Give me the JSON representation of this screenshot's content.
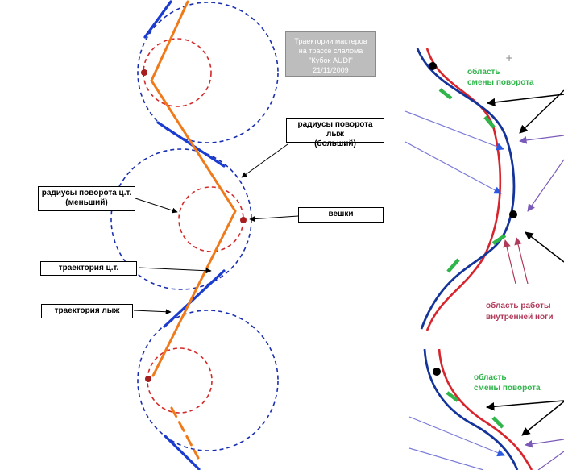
{
  "title_box": {
    "line1": "Траектории мастеров",
    "line2": "на трассе слалома",
    "line3": "\"Кубок AUDI\"",
    "line4": "21/11/2009"
  },
  "labels": {
    "ski_radius": {
      "line1": "радиусы поворота лыж",
      "line2": "(больший)"
    },
    "cm_radius": {
      "line1": "радиусы поворота ц.т.",
      "line2": "(меньший)"
    },
    "gates": "вешки",
    "cm_trajectory": "траектория ц.т.",
    "ski_trajectory": "траектория лыж"
  },
  "right_panel": {
    "turn_change_top": {
      "line1": "область",
      "line2": "смены поворота"
    },
    "inner_leg": {
      "line1": "область работы",
      "line2": "внутренней ноги"
    },
    "turn_change_bottom": {
      "line1": "область",
      "line2": "смены поворота"
    }
  },
  "colors": {
    "ski_line": "#1a3ccf",
    "cm_line": "#f07a1a",
    "outer_circle": "#1a2fb0",
    "inner_circle": "#d42a2a",
    "gate": "#a81e1e",
    "right_blue": "#14349a",
    "right_red": "#d8242c",
    "right_green": "#2fb54a",
    "purple_arrow": "#7a5ab8",
    "lavender_arrow": "#7a7ad8",
    "maroon_arrow": "#b03a5a"
  }
}
